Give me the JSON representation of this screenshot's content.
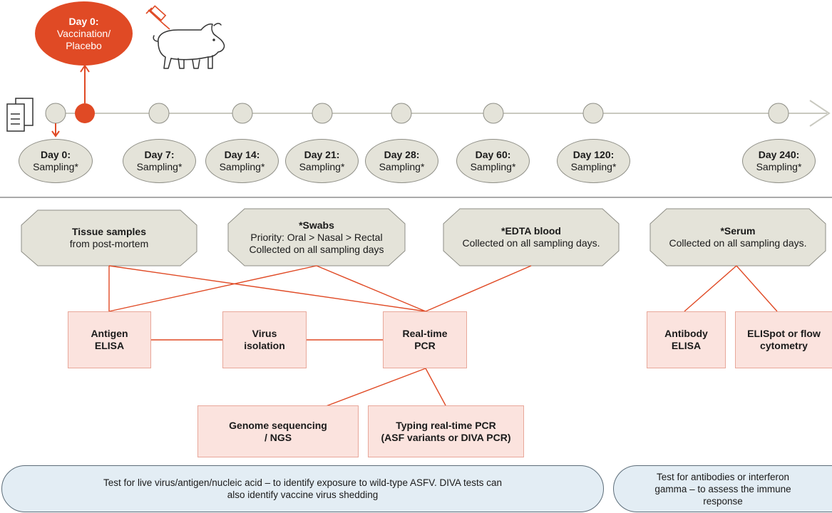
{
  "vaccination": {
    "day": "Day 0:",
    "line1": "Vaccination/",
    "line2": "Placebo"
  },
  "icons": {
    "document": "document-stack-icon",
    "syringe": "syringe-icon",
    "pig": "pig-icon"
  },
  "colors": {
    "accent": "#e04a25",
    "timeline": "#c9c9c0",
    "octagon_fill": "#e4e3d9",
    "box_fill": "#fbe3de",
    "pill_fill": "#e3edf4"
  },
  "sampling_days": [
    {
      "day": "Day 0:",
      "label": "Sampling*"
    },
    {
      "day": "Day 7:",
      "label": "Sampling*"
    },
    {
      "day": "Day 14:",
      "label": "Sampling*"
    },
    {
      "day": "Day 21:",
      "label": "Sampling*"
    },
    {
      "day": "Day 28:",
      "label": "Sampling*"
    },
    {
      "day": "Day 60:",
      "label": "Sampling*"
    },
    {
      "day": "Day 120:",
      "label": "Sampling*"
    },
    {
      "day": "Day 240:",
      "label": "Sampling*"
    }
  ],
  "samples": {
    "tissue": {
      "title": "Tissue samples",
      "line1": "from post-mortem"
    },
    "swabs": {
      "title": "*Swabs",
      "line1": "Priority: Oral > Nasal > Rectal",
      "line2": "Collected on all sampling days"
    },
    "edta": {
      "title": "*EDTA blood",
      "line1": "Collected on all sampling days."
    },
    "serum": {
      "title": "*Serum",
      "line1": "Collected on all sampling days."
    }
  },
  "tests": {
    "antigen_elisa": {
      "l1": "Antigen",
      "l2": "ELISA"
    },
    "virus_isolation": {
      "l1": "Virus",
      "l2": "isolation"
    },
    "realtime_pcr": {
      "l1": "Real-time",
      "l2": "PCR"
    },
    "genome_seq": {
      "l1": "Genome sequencing",
      "l2": "/ NGS"
    },
    "typing_pcr": {
      "l1": "Typing real-time PCR",
      "l2": "(ASF variants or DIVA PCR)"
    },
    "antibody_elisa": {
      "l1": "Antibody",
      "l2": "ELISA"
    },
    "elispot": {
      "l1": "ELISpot or flow",
      "l2": "cytometry"
    }
  },
  "summaries": {
    "virus": {
      "line1": "Test for live virus/antigen/nucleic acid – to identify exposure to wild-type ASFV. DIVA  tests can",
      "line2": "also identify vaccine virus shedding"
    },
    "immune": {
      "line1": "Test for antibodies or interferon",
      "line2": "gamma – to assess the immune",
      "line3": "response"
    }
  }
}
